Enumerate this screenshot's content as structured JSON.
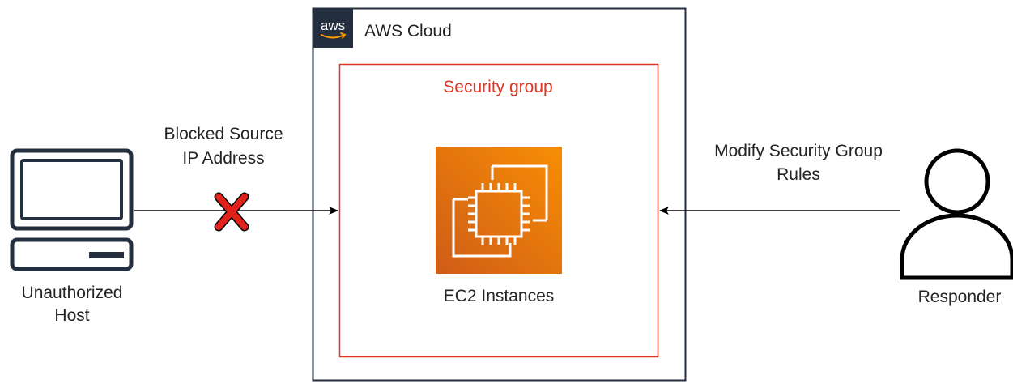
{
  "cloud": {
    "title": "AWS Cloud",
    "logo_text": "aws",
    "border_color": "#232f3e"
  },
  "security_group": {
    "label": "Security group",
    "color": "#dd3522"
  },
  "ec2": {
    "label": "EC2 Instances",
    "gradient_top": "#f78e04",
    "gradient_bottom": "#d05c17"
  },
  "unauthorized_host": {
    "label_line1": "Unauthorized",
    "label_line2": "Host",
    "icon": "laptop-icon"
  },
  "blocked_edge": {
    "label_line1": "Blocked Source",
    "label_line2": "IP Address",
    "marker": "x-mark-icon",
    "marker_color": "#e3211b"
  },
  "responder": {
    "label": "Responder",
    "icon": "user-icon"
  },
  "modify_edge": {
    "label_line1": "Modify Security Group",
    "label_line2": "Rules"
  }
}
